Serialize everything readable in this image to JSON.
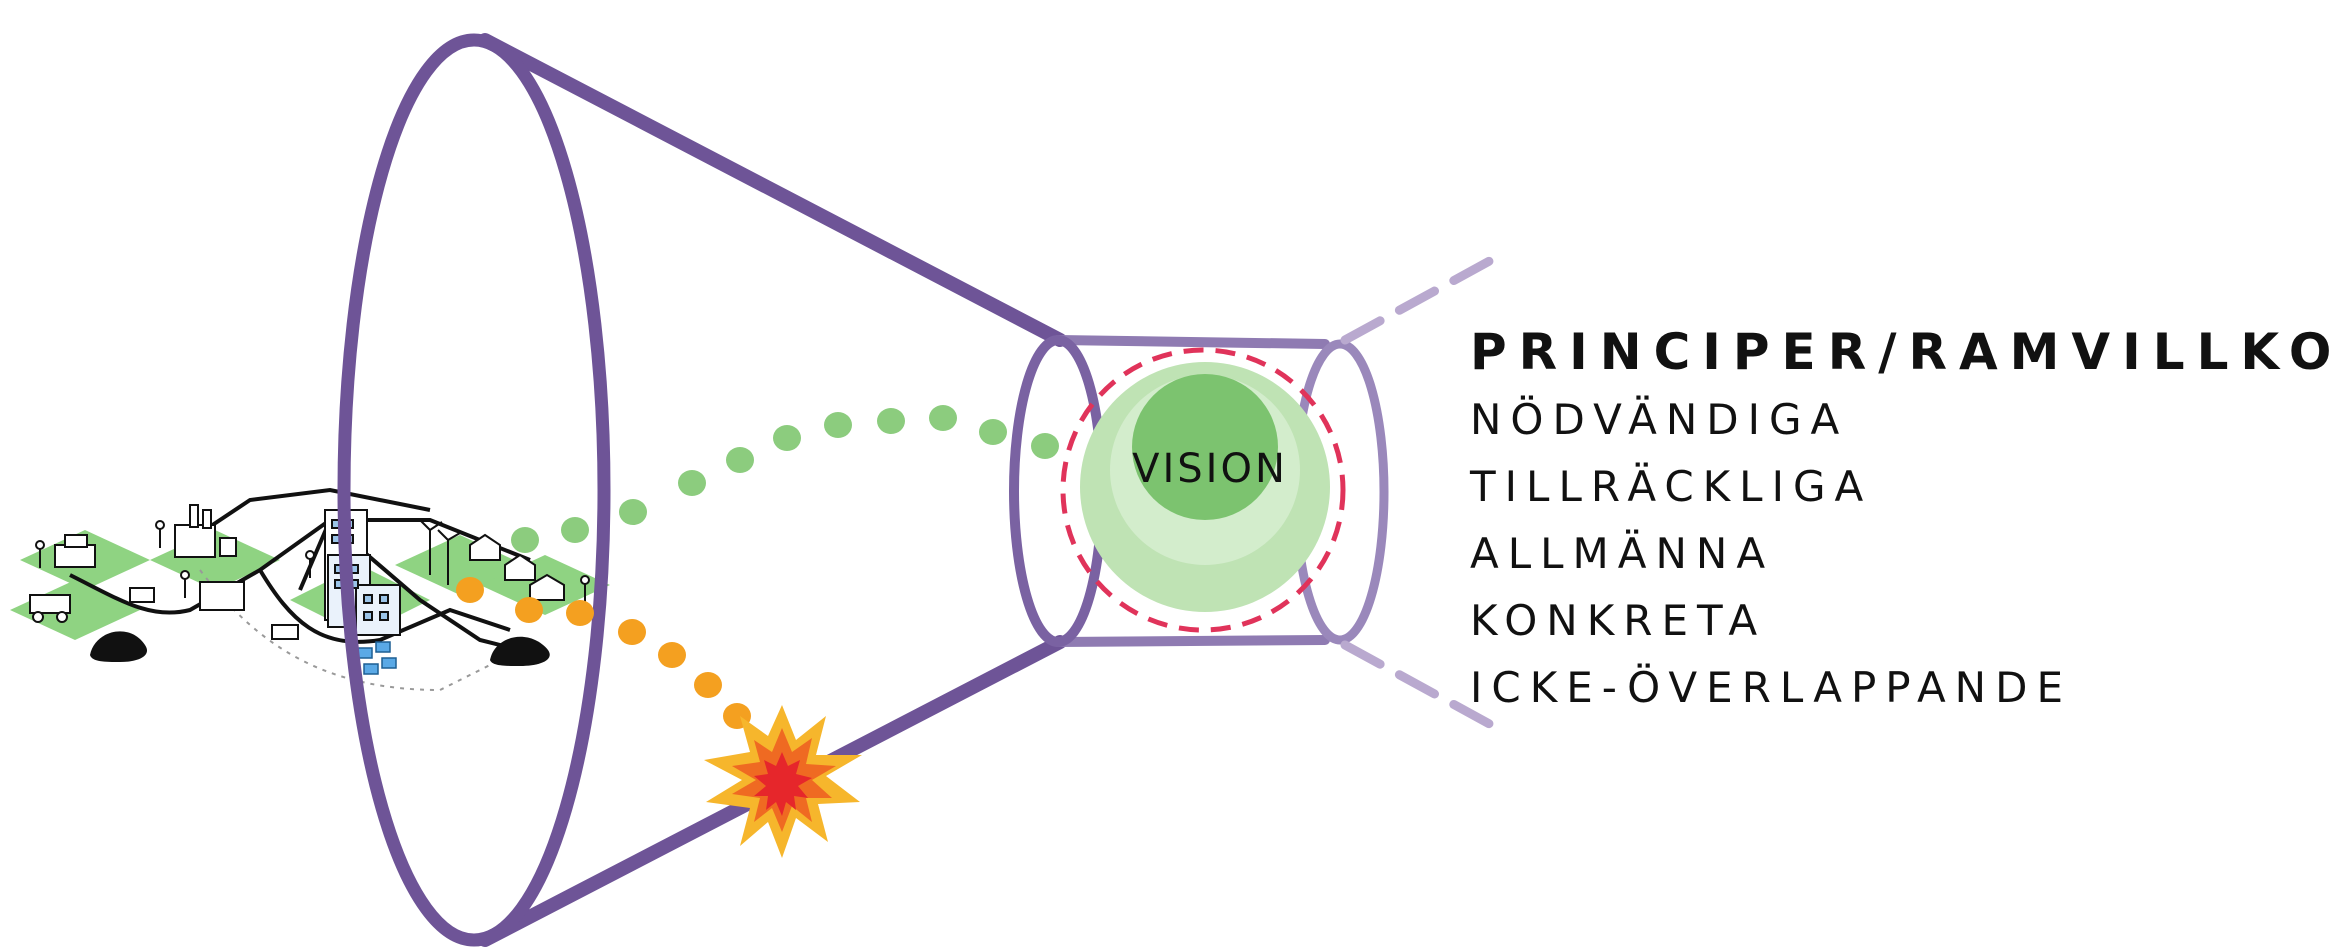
{
  "vision_label": "VISION",
  "heading": "PRINCIPER/RAMVILLKOR:",
  "criteria": [
    "NÖDVÄNDIGA",
    "TILLRÄCKLIGA",
    "ALLMÄNNA",
    "KONKRETA",
    "ICKE-ÖVERLAPPANDE"
  ],
  "icons": {
    "illustration": "city-system-illustration",
    "success_path": "green-dotted-path",
    "failure_path": "orange-dotted-path",
    "failure": "explosion-icon",
    "vision": "target-circle"
  },
  "colors": {
    "funnel": "#6e5497",
    "funnel_light": "#b9a9cf",
    "success_dots": "#8ccc7e",
    "failure_dots": "#f4a020",
    "vision_outer": "#bfe3b4",
    "vision_inner": "#7cc36f",
    "target_ring": "#e0335a",
    "ground": "#8fd382"
  }
}
